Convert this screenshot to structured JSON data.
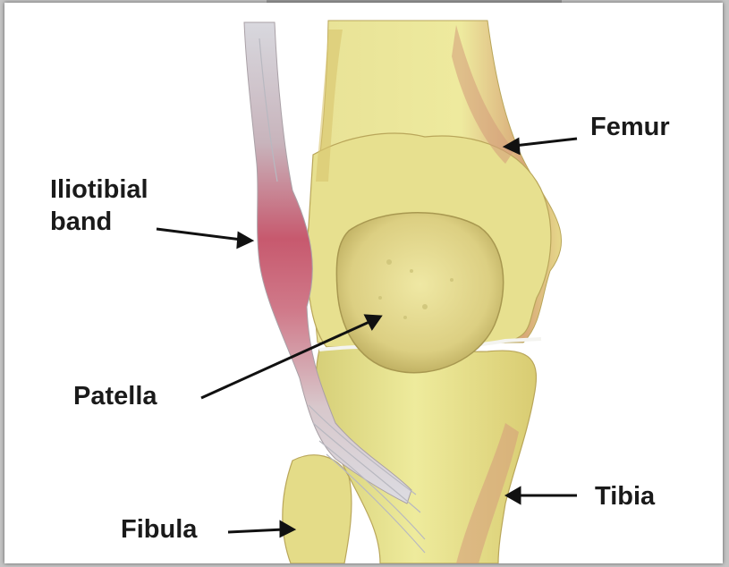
{
  "labels": {
    "femur": "Femur",
    "iliotibial_line1": "Iliotibial",
    "iliotibial_line2": "band",
    "patella": "Patella",
    "tibia": "Tibia",
    "fibula": "Fibula"
  },
  "colors": {
    "bone": "#e6e38e",
    "bone_shadow": "#c9b95e",
    "band": "#c9667a",
    "tendon": "#d8d8de",
    "text": "#1a1a1a"
  }
}
